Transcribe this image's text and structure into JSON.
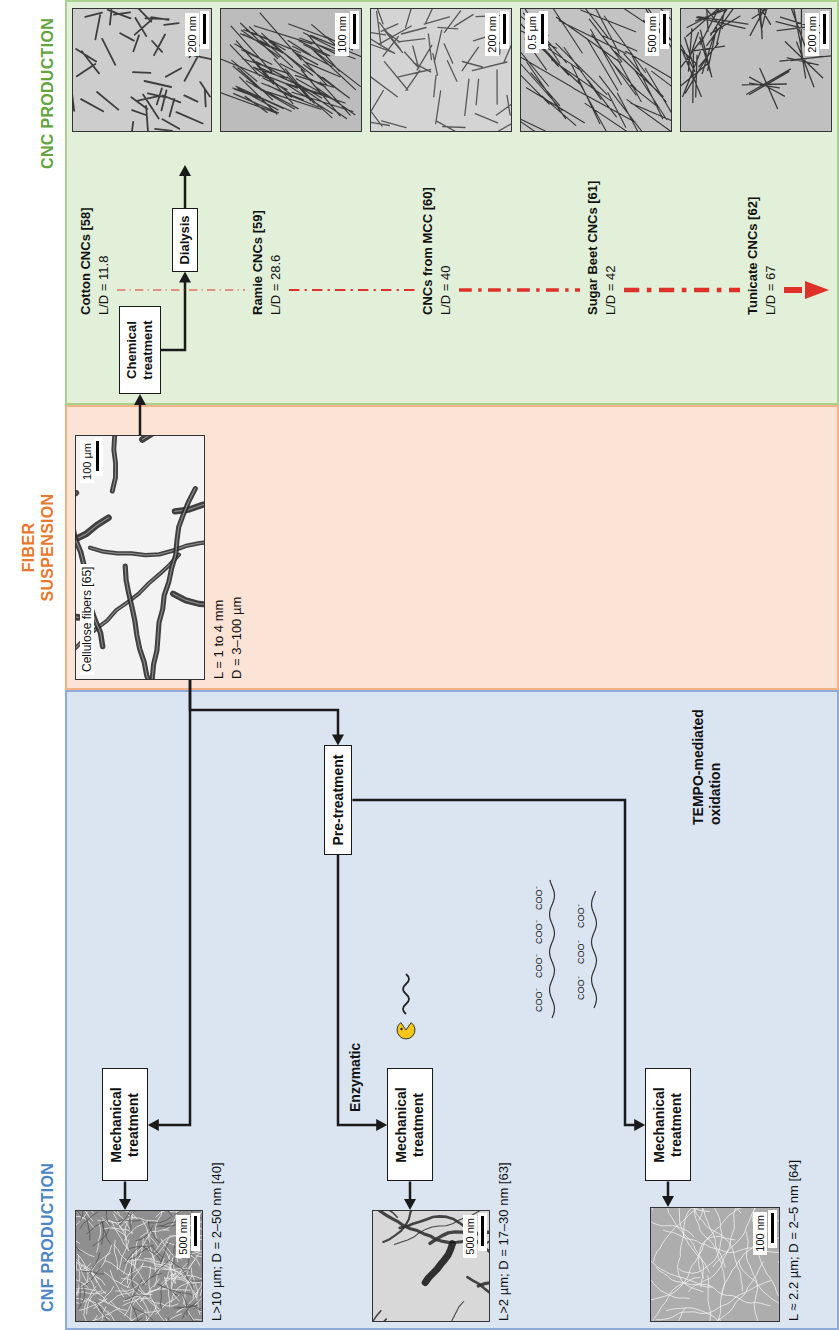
{
  "diagram": {
    "nodes": [
      {
        "text": [
          "CNF PRODUCTION"
        ]
      },
      {
        "text": [
          "500 nm",
          "L>10 µm; D = 2–50 nm [40]"
        ],
        "in": 0
      },
      {
        "text": [
          "Mechanical treatment"
        ],
        "in": 0
      },
      {
        "text": [
          "Pre-treatment"
        ],
        "in": 0
      },
      {
        "text": [
          "Mechanical treatment"
        ],
        "in": 0
      },
      {
        "text": [
          "500 nm",
          "L>2 µm; D = 17–30 nm [63]"
        ],
        "in": 0
      },
      {
        "text": [
          "Mechanical treatment"
        ],
        "in": 0
      },
      {
        "text": [
          "100 nm",
          "L ≈ 2.2 µm; D = 2–5 nm [64]"
        ],
        "in": 0
      },
      {
        "text": [
          "FIBER SUSPENSION"
        ]
      },
      {
        "text": [
          "Cellulose fibers [65]",
          "100 µm",
          "L = 1 to 4 mm",
          "D = 3–100 µm"
        ],
        "in": 8
      },
      {
        "text": [
          "CNC PRODUCTION"
        ]
      },
      {
        "text": [
          "Chemical treatment"
        ],
        "in": 10
      },
      {
        "text": [
          "Dialysis"
        ],
        "in": 10
      },
      {
        "text": [
          "200 nm"
        ],
        "in": 10
      },
      {
        "text": [
          "100 nm"
        ],
        "in": 10
      },
      {
        "text": [
          "200 nm"
        ],
        "in": 10
      },
      {
        "text": [
          "0.5 µm",
          "500 nm"
        ],
        "in": 10
      },
      {
        "text": [
          "200 nm"
        ],
        "in": 10
      }
    ],
    "edges": [
      {
        "from": 9,
        "to": 2,
        "arrow": "to"
      },
      {
        "from": 9,
        "to": 3,
        "arrow": "to"
      },
      {
        "from": 3,
        "to": 4,
        "arrow": "to"
      },
      {
        "from": 3,
        "to": 6,
        "arrow": "to"
      },
      {
        "from": 2,
        "to": 1,
        "arrow": "to"
      },
      {
        "from": 4,
        "to": 5,
        "arrow": "to"
      },
      {
        "from": 6,
        "to": 7,
        "arrow": "to"
      },
      {
        "from": 9,
        "to": 11,
        "arrow": "to"
      },
      {
        "from": 11,
        "to": 12,
        "arrow": "to"
      }
    ],
    "labels": [
      "Enzymatic",
      "COO⁻",
      "COO⁻",
      "COO⁻",
      "COO⁻",
      "COO⁻",
      "COO⁻",
      "COO⁻",
      "TEMPO-mediated oxidation",
      "Cotton CNCs [58]",
      "L/D = 11.8",
      "Ramie CNCs [59]",
      "L/D = 28.6",
      "CNCs from MCC [60]",
      "L/D = 40",
      "Sugar Beet CNCs [61]",
      "L/D = 42",
      "Tunicate CNCs [62]",
      "L/D = 67"
    ]
  }
}
